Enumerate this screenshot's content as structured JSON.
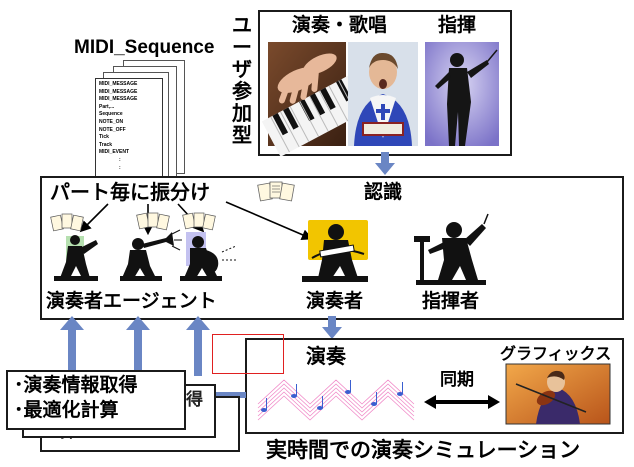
{
  "title_midi": "MIDI_Sequence",
  "midi_sheet": {
    "lines": [
      "MIDI_MESSAGE",
      "MIDI_MESSAGE",
      "MIDI_MESSAGE",
      "Part,...",
      "Sequence",
      "NOTE_ON",
      "NOTE_OFF",
      "Tick",
      "Track",
      "MIDI_EVENT",
      ":",
      ":"
    ]
  },
  "user_box": {
    "side_label": "ユーザ参加型",
    "label_perform_sing": "演奏・歌唱",
    "label_conduct": "指揮"
  },
  "middle_box": {
    "label_distribute": "パート毎に振分け",
    "label_recognize": "認識",
    "label_agents": "演奏者エージェント",
    "label_performer": "演奏者",
    "label_conductor": "指揮者"
  },
  "perform_box": {
    "label_perform": "演奏",
    "label_graphics": "グラフィックス",
    "label_sync": "同期"
  },
  "info_box": {
    "line1": "･演奏情報取得",
    "line2": "･最適化計算",
    "back_fragment": "得",
    "back_fragment2": "算"
  },
  "bottom_caption": "実時間での演奏シミュレーション",
  "colors": {
    "arrow_blue": "#6a86c4",
    "border": "#1b1b1b",
    "red_outline": "#e02020",
    "note_pink": "#f08ac8",
    "note_blue": "#3a5fd0"
  }
}
